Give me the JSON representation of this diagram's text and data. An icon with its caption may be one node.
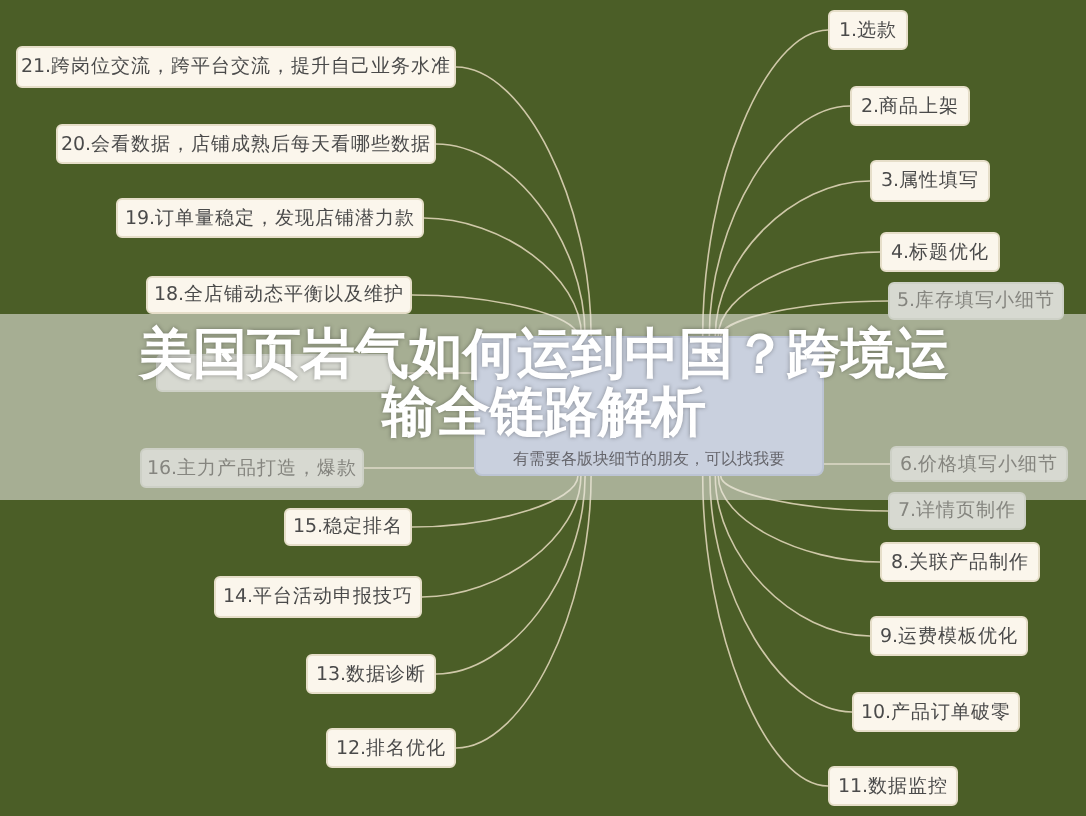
{
  "diagram": {
    "title": "美国页岩气如何运到中国？跨境运输全链路解析",
    "nodes": [
      {
        "text": [
          "有需要各版块细节的朋友，可以找我要"
        ]
      },
      {
        "text": [
          "1.选款"
        ]
      },
      {
        "text": [
          "2.商品上架"
        ]
      },
      {
        "text": [
          "3.属性填写"
        ]
      },
      {
        "text": [
          "4.标题优化"
        ]
      },
      {
        "text": [
          "5.库存填写小细节"
        ]
      },
      {
        "text": [
          "6.价格填写小细节"
        ]
      },
      {
        "text": [
          "7.详情页制作"
        ]
      },
      {
        "text": [
          "8.关联产品制作"
        ]
      },
      {
        "text": [
          "9.运费模板优化"
        ]
      },
      {
        "text": [
          "10.产品订单破零"
        ]
      },
      {
        "text": [
          "11.数据监控"
        ]
      },
      {
        "text": [
          "12.排名优化"
        ]
      },
      {
        "text": [
          "13.数据诊断"
        ]
      },
      {
        "text": [
          "14.平台活动申报技巧"
        ]
      },
      {
        "text": [
          "15.稳定排名"
        ]
      },
      {
        "text": [
          "16.主力产品打造，爆款"
        ]
      },
      {
        "text": [],
        "shape": "box"
      },
      {
        "text": [
          "18.全店铺动态平衡以及维护"
        ]
      },
      {
        "text": [
          "19.订单量稳定，发现店铺潜力款"
        ]
      },
      {
        "text": [
          "20.会看数据，店铺成熟后每天看哪些数据"
        ]
      },
      {
        "text": [
          "21.跨岗位交流，跨平台交流，提升自己业务水准"
        ]
      }
    ],
    "edges": [
      {
        "from": 0,
        "to": 1,
        "arrow": "none"
      },
      {
        "from": 0,
        "to": 2,
        "arrow": "none"
      },
      {
        "from": 0,
        "to": 3,
        "arrow": "none"
      },
      {
        "from": 0,
        "to": 4,
        "arrow": "none"
      },
      {
        "from": 0,
        "to": 5,
        "arrow": "none"
      },
      {
        "from": 0,
        "to": 6,
        "arrow": "none"
      },
      {
        "from": 0,
        "to": 7,
        "arrow": "none"
      },
      {
        "from": 0,
        "to": 8,
        "arrow": "none"
      },
      {
        "from": 0,
        "to": 9,
        "arrow": "none"
      },
      {
        "from": 0,
        "to": 10,
        "arrow": "none"
      },
      {
        "from": 0,
        "to": 11,
        "arrow": "none"
      },
      {
        "from": 0,
        "to": 12,
        "arrow": "none"
      },
      {
        "from": 0,
        "to": 13,
        "arrow": "none"
      },
      {
        "from": 0,
        "to": 14,
        "arrow": "none"
      },
      {
        "from": 0,
        "to": 15,
        "arrow": "none"
      },
      {
        "from": 0,
        "to": 16,
        "arrow": "none"
      },
      {
        "from": 0,
        "to": 17,
        "arrow": "none"
      },
      {
        "from": 0,
        "to": 18,
        "arrow": "none"
      },
      {
        "from": 0,
        "to": 19,
        "arrow": "none"
      },
      {
        "from": 0,
        "to": 20,
        "arrow": "none"
      },
      {
        "from": 0,
        "to": 21,
        "arrow": "none"
      }
    ]
  }
}
